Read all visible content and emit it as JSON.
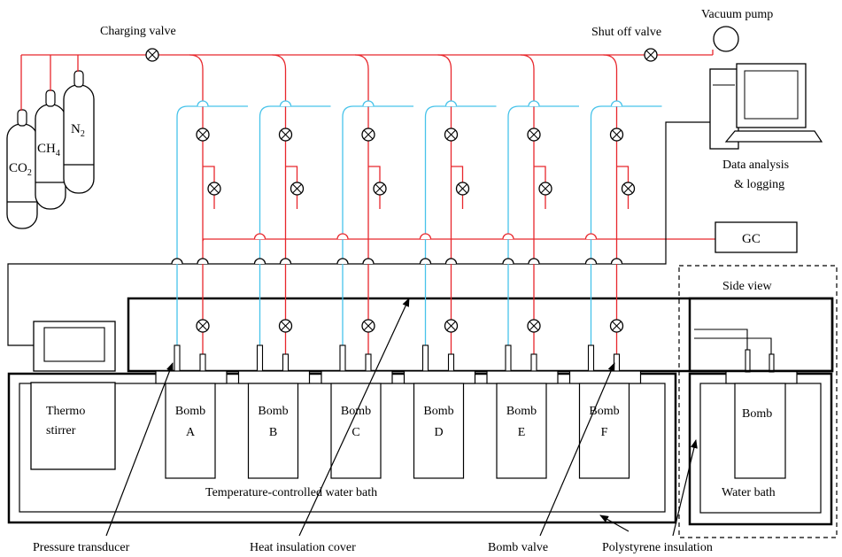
{
  "labels": {
    "charging_valve": "Charging valve",
    "shut_off_valve": "Shut off valve",
    "vacuum_pump": "Vacuum pump",
    "data_analysis_1": "Data analysis",
    "data_analysis_2": "& logging",
    "gc": "GC",
    "side_view": "Side view",
    "thermo_1": "Thermo",
    "thermo_2": "stirrer",
    "water_bath_main": "Temperature-controlled water bath",
    "water_bath_side": "Water bath",
    "side_bomb": "Bomb",
    "pressure_transducer": "Pressure transducer",
    "heat_insulation_cover": "Heat insulation cover",
    "bomb_valve": "Bomb valve",
    "polystyrene_insulation": "Polystyrene insulation"
  },
  "cylinders": [
    {
      "id": "co2",
      "main": "CO",
      "sub": "2"
    },
    {
      "id": "ch4",
      "main": "CH",
      "sub": "4"
    },
    {
      "id": "n2",
      "main": "N",
      "sub": "2"
    }
  ],
  "bombs": [
    {
      "id": "A",
      "word": "Bomb",
      "letter": "A"
    },
    {
      "id": "B",
      "word": "Bomb",
      "letter": "B"
    },
    {
      "id": "C",
      "word": "Bomb",
      "letter": "C"
    },
    {
      "id": "D",
      "word": "Bomb",
      "letter": "D"
    },
    {
      "id": "E",
      "word": "Bomb",
      "letter": "E"
    },
    {
      "id": "F",
      "word": "Bomb",
      "letter": "F"
    }
  ],
  "colors": {
    "gas_line": "#e8272c",
    "signal_line": "#47c3ea",
    "outline": "#000000"
  }
}
